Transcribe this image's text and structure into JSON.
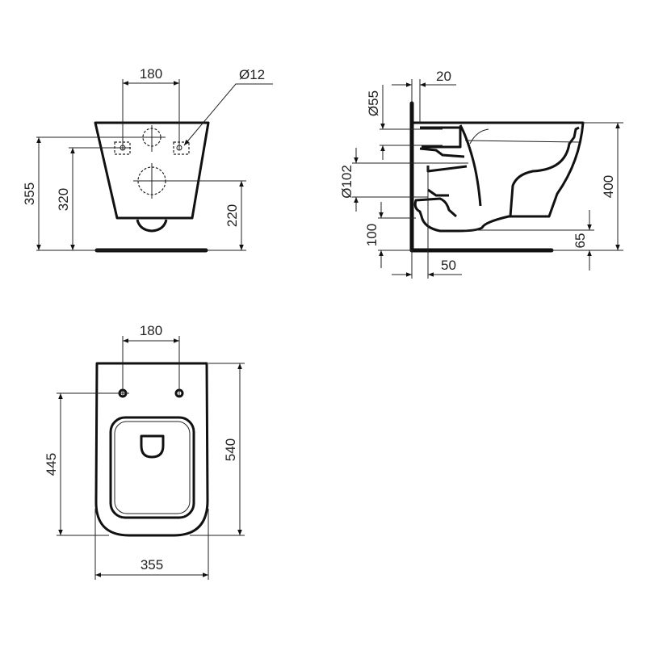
{
  "front_view": {
    "dim_bolt_spacing": "180",
    "dim_bolt_diameter": "Ø12",
    "dim_total_height": "355",
    "dim_bolt_height": "320",
    "dim_outlet_height": "220"
  },
  "side_view": {
    "dim_wall_offset": "20",
    "dim_inlet_diameter": "Ø55",
    "dim_outlet_diameter": "Ø102",
    "dim_floor_clearance": "100",
    "dim_rim_height": "400",
    "dim_base_height": "65",
    "dim_wall_gap": "50"
  },
  "plan_view": {
    "dim_bolt_spacing": "180",
    "dim_bolt_to_front": "445",
    "dim_length": "540",
    "dim_width": "355"
  }
}
